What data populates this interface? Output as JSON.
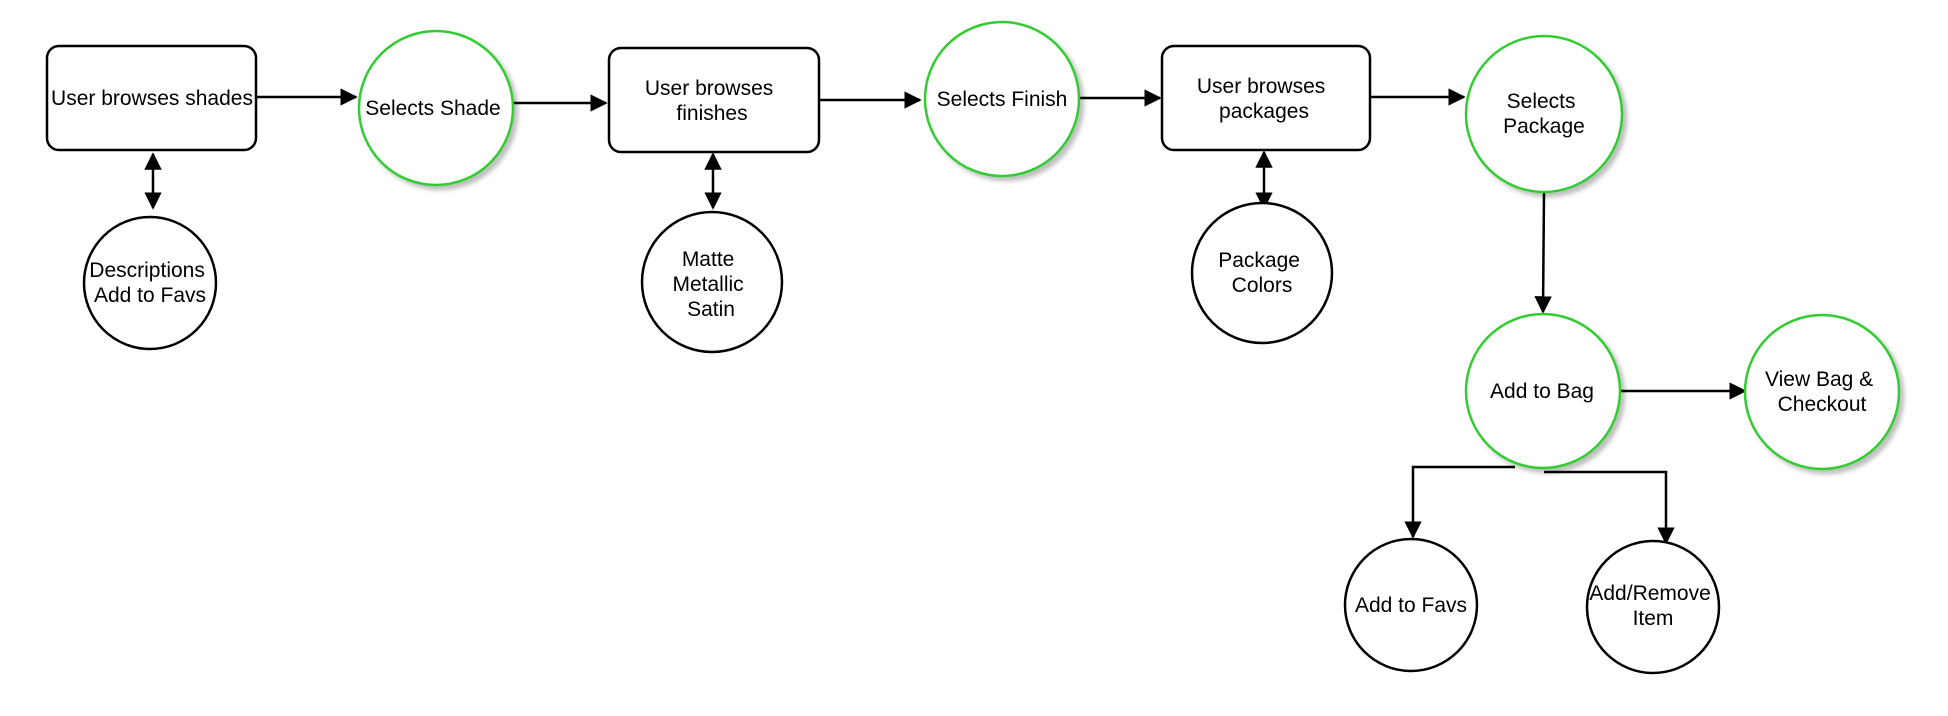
{
  "colors": {
    "stroke": "#000000",
    "accent_stroke": "#33cc33",
    "background": "#ffffff"
  },
  "nodes": {
    "browse_shades": {
      "lines": [
        "User browses shades"
      ]
    },
    "selects_shade": {
      "lines": [
        "Selects Shade"
      ]
    },
    "browse_finishes": {
      "lines": [
        "User browses",
        "finishes"
      ]
    },
    "selects_finish": {
      "lines": [
        "Selects Finish"
      ]
    },
    "browse_packages": {
      "lines": [
        "User browses",
        "packages"
      ]
    },
    "selects_package": {
      "lines": [
        "Selects",
        "Package"
      ]
    },
    "descriptions": {
      "lines": [
        "Descriptions",
        "Add to Favs"
      ]
    },
    "finish_options": {
      "lines": [
        "Matte",
        "Metallic",
        "Satin"
      ]
    },
    "package_colors": {
      "lines": [
        "Package",
        "Colors"
      ]
    },
    "add_to_bag": {
      "lines": [
        "Add to Bag"
      ]
    },
    "view_bag": {
      "lines": [
        "View Bag &",
        "Checkout"
      ]
    },
    "add_to_favs": {
      "lines": [
        "Add to Favs"
      ]
    },
    "add_remove_item": {
      "lines": [
        "Add/Remove",
        "Item"
      ]
    }
  }
}
